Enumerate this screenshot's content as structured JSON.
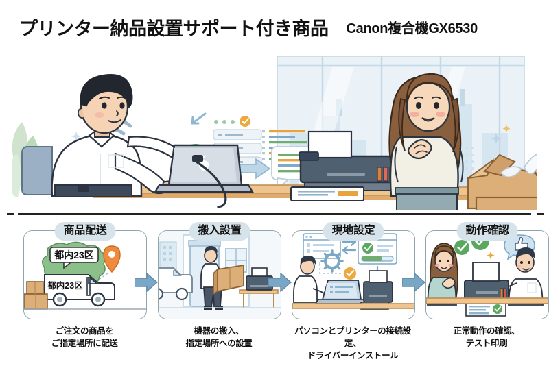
{
  "header": {
    "title": "プリンター納品設置サポート付き商品",
    "subtitle": "Canon複合機GX6530"
  },
  "hero": {
    "alt": "技術者がノートパソコンでプリンターを設定し、顧客が喜んでいるイラスト",
    "left_scene": "printer-setup-technician-scene",
    "right_scene": "happy-customer-printer-office-scene",
    "icons": [
      "wifi-icon",
      "check-circle-icon",
      "arrow-right-icon",
      "chat-bubble-icon",
      "sparkle-icon"
    ]
  },
  "steps": [
    {
      "index": 1,
      "pill": "商品配送",
      "caption_line1": "ご注文の商品を",
      "caption_line2": "ご指定場所に配送",
      "art": "delivery-van-map-scene",
      "map_label": "都内23区",
      "van_label": "都内23区"
    },
    {
      "index": 2,
      "pill": "搬入設置",
      "caption_line1": "機器の搬入、",
      "caption_line2": "指定場所への設置",
      "art": "carry-in-worker-box-scene"
    },
    {
      "index": 3,
      "pill": "現地設定",
      "caption_line1": "パソコンとプリンターの接続設定、",
      "caption_line2": "ドライバーインストール",
      "art": "onsite-configuration-laptop-scene"
    },
    {
      "index": 4,
      "pill": "動作確認",
      "caption_line1": "正常動作の確認、",
      "caption_line2": "テスト印刷",
      "art": "operation-check-testprint-scene"
    }
  ],
  "colors": {
    "pill_bg": "#d7e3ea",
    "card_border": "#8fa6ad",
    "arrow_blue": "#7ba7c7",
    "map_green": "#8cc08a",
    "pin_orange": "#f08a3c",
    "check_green": "#5aa860",
    "box_tan": "#d9a96a",
    "printer_dark": "#4a5a6a",
    "divider": "#222222"
  }
}
